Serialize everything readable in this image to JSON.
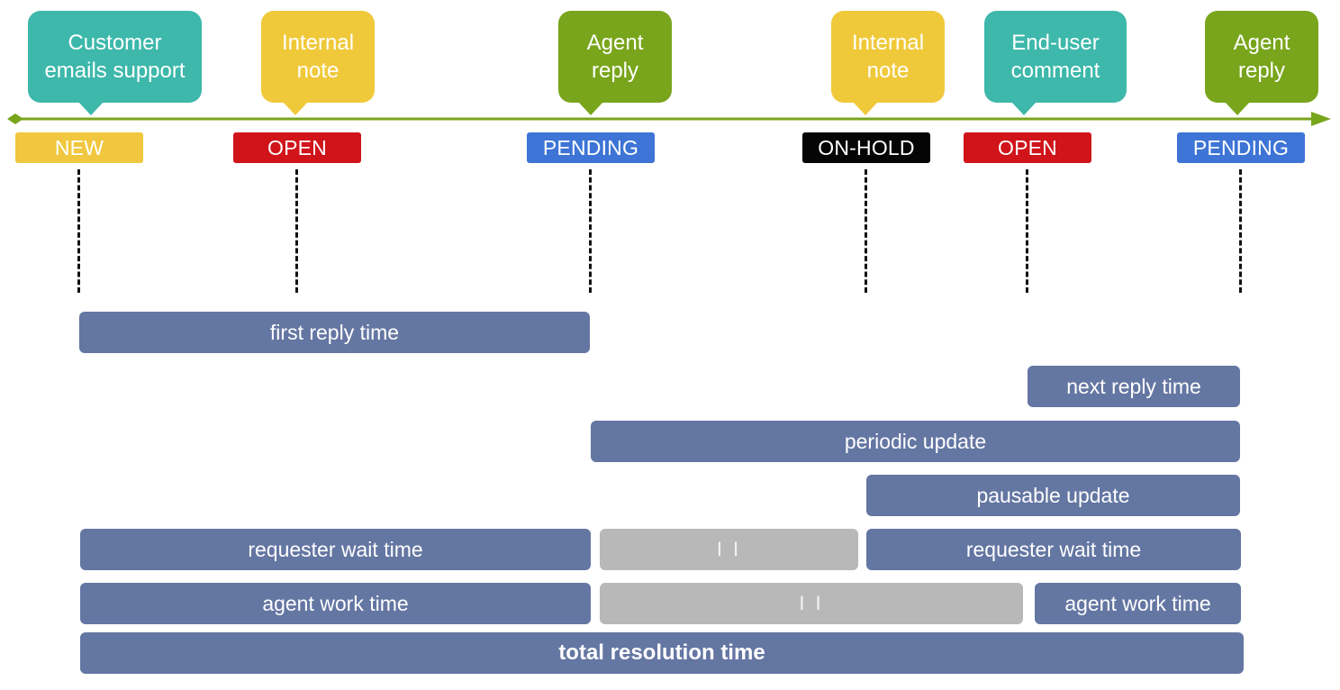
{
  "colors": {
    "teal": "#3db8ab",
    "yellow": "#f0c93b",
    "green": "#79a51c",
    "badge_new": "#f0c73e",
    "badge_open": "#d0141a",
    "badge_pending": "#3d74d6",
    "badge_onhold": "#050505",
    "bar": "#6476a2",
    "bar_paused": "#b8b8b8",
    "timeline": "#79a51c"
  },
  "events": [
    {
      "line1": "Customer",
      "line2": "emails support",
      "color": "teal"
    },
    {
      "line1": "Internal",
      "line2": "note",
      "color": "yellow"
    },
    {
      "line1": "Agent",
      "line2": "reply",
      "color": "green"
    },
    {
      "line1": "Internal",
      "line2": "note",
      "color": "yellow"
    },
    {
      "line1": "End-user",
      "line2": "comment",
      "color": "teal"
    },
    {
      "line1": "Agent",
      "line2": "reply",
      "color": "green"
    }
  ],
  "statuses": [
    "NEW",
    "OPEN",
    "PENDING",
    "ON-HOLD",
    "OPEN",
    "PENDING"
  ],
  "metrics": {
    "first_reply": "first reply time",
    "next_reply": "next reply time",
    "periodic_update": "periodic update",
    "pausable_update": "pausable update",
    "requester_wait_1": "requester wait time",
    "requester_paused": "I I",
    "requester_wait_2": "requester wait time",
    "agent_work_1": "agent work time",
    "agent_paused": "I I",
    "agent_work_2": "agent work time",
    "total_resolution": "total resolution time"
  }
}
